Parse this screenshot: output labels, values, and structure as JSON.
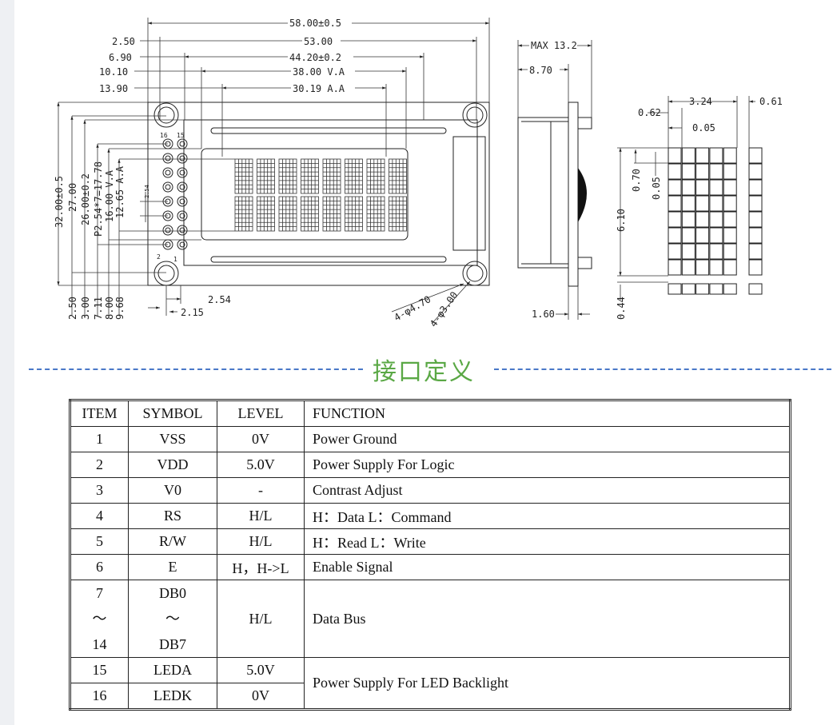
{
  "drawing": {
    "top_dims": [
      "58.00±0.5",
      "53.00",
      "44.20±0.2",
      "38.00 V.A",
      "30.19 A.A"
    ],
    "left_offsets": [
      "2.50",
      "6.90",
      "10.10",
      "13.90"
    ],
    "vertical_dims": [
      "32.00±0.5",
      "27.00",
      "26.00±0.2",
      "P2.54*7=17.78",
      "16.00 V.A",
      "12.65 A.A"
    ],
    "bottom_offsets": [
      "2.50",
      "3.00",
      "7.11",
      "8.00",
      "9.68"
    ],
    "pin_pitch": "2.54",
    "pin_pitch_small": "2.54",
    "pin_offset": "2.15",
    "hole_outer": "4-φ4.70",
    "hole_inner": "4-φ3.00",
    "pin_labels": [
      "16",
      "15",
      "2",
      "1"
    ],
    "side_view": {
      "max": "MAX 13.2",
      "depth": "8.70",
      "pcb": "1.60"
    },
    "dot_matrix": {
      "width": "3.24",
      "dot_w": "0.62",
      "gap_h": "0.05",
      "char_gap": "0.61",
      "dot_h": "0.70",
      "gap_v": "0.05",
      "height": "6.10",
      "underline": "0.44"
    }
  },
  "section_title": "接口定义",
  "table": {
    "headers": [
      "ITEM",
      "SYMBOL",
      "LEVEL",
      "FUNCTION"
    ],
    "rows": [
      {
        "item": "1",
        "symbol": "VSS",
        "level": "0V",
        "function": "Power Ground"
      },
      {
        "item": "2",
        "symbol": "VDD",
        "level": "5.0V",
        "function": "Power Supply For Logic"
      },
      {
        "item": "3",
        "symbol": "V0",
        "level": "-",
        "function": "Contrast Adjust"
      },
      {
        "item": "4",
        "symbol": "RS",
        "level": "H/L",
        "function": "H：Data    L：Command"
      },
      {
        "item": "5",
        "symbol": "R/W",
        "level": "H/L",
        "function": "H：Read    L：Write"
      },
      {
        "item": "6",
        "symbol": "E",
        "level": "H，H->L",
        "function": "Enable Signal"
      }
    ],
    "bus": {
      "item": [
        "7",
        "～",
        "14"
      ],
      "symbol": [
        "DB0",
        "～",
        "DB7"
      ],
      "level": "H/L",
      "function": "Data Bus"
    },
    "led": [
      {
        "item": "15",
        "symbol": "LEDA",
        "level": "5.0V"
      },
      {
        "item": "16",
        "symbol": "LEDK",
        "level": "0V"
      }
    ],
    "led_function": "Power Supply For LED Backlight"
  }
}
